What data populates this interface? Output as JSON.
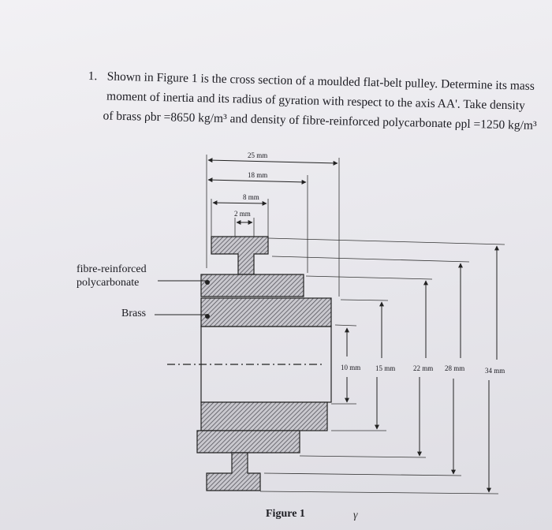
{
  "problem": {
    "number": "1.",
    "line1": "Shown in Figure 1 is the cross section of a moulded flat-belt pulley. Determine its mass",
    "line2": "moment of inertia and its radius of gyration with respect to the axis AA'. Take density",
    "line3": "of brass ρbr =8650 kg/m³ and density of fibre-reinforced polycarbonate ρpl =1250 kg/m³"
  },
  "figure": {
    "caption": "Figure 1",
    "labels": {
      "fibre_line1": "fibre-reinforced",
      "fibre_line2": "polycarbonate",
      "brass": "Brass"
    },
    "top_dimensions": [
      "25 mm",
      "18 mm",
      "8 mm",
      "2 mm"
    ],
    "radial_dimensions": [
      "10 mm",
      "15 mm",
      "22 mm",
      "28 mm",
      "34 mm"
    ]
  },
  "annotation": "γ"
}
